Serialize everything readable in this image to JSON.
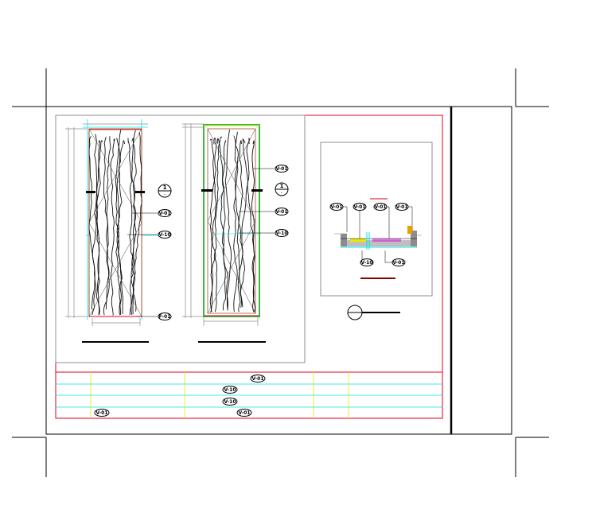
{
  "sheet": {
    "elevation_a": {
      "section_mark": {
        "number": "1",
        "sheet": "-"
      },
      "tags": [
        "V-01",
        "V-10",
        "F-01"
      ]
    },
    "elevation_b": {
      "section_mark": {
        "number": "1",
        "sheet": "-"
      },
      "tags": [
        "V-01",
        "V-01",
        "V-10"
      ]
    },
    "section_detail": {
      "tags_top": [
        "V-01",
        "V-01",
        "V-01",
        "V-01"
      ],
      "tags_bottom": [
        "V-10",
        "V-01"
      ]
    },
    "schedule": {
      "tags": [
        "V-01",
        "V-10",
        "V-10",
        "V-01",
        "V-01"
      ]
    }
  },
  "colors": {
    "border_red": "#e0001b",
    "cyan": "#00e5ee",
    "yellow": "#e8e800",
    "green": "#3db83d",
    "brown": "#a0522d",
    "magenta": "#e000e0",
    "gray": "#8c8c8c"
  }
}
